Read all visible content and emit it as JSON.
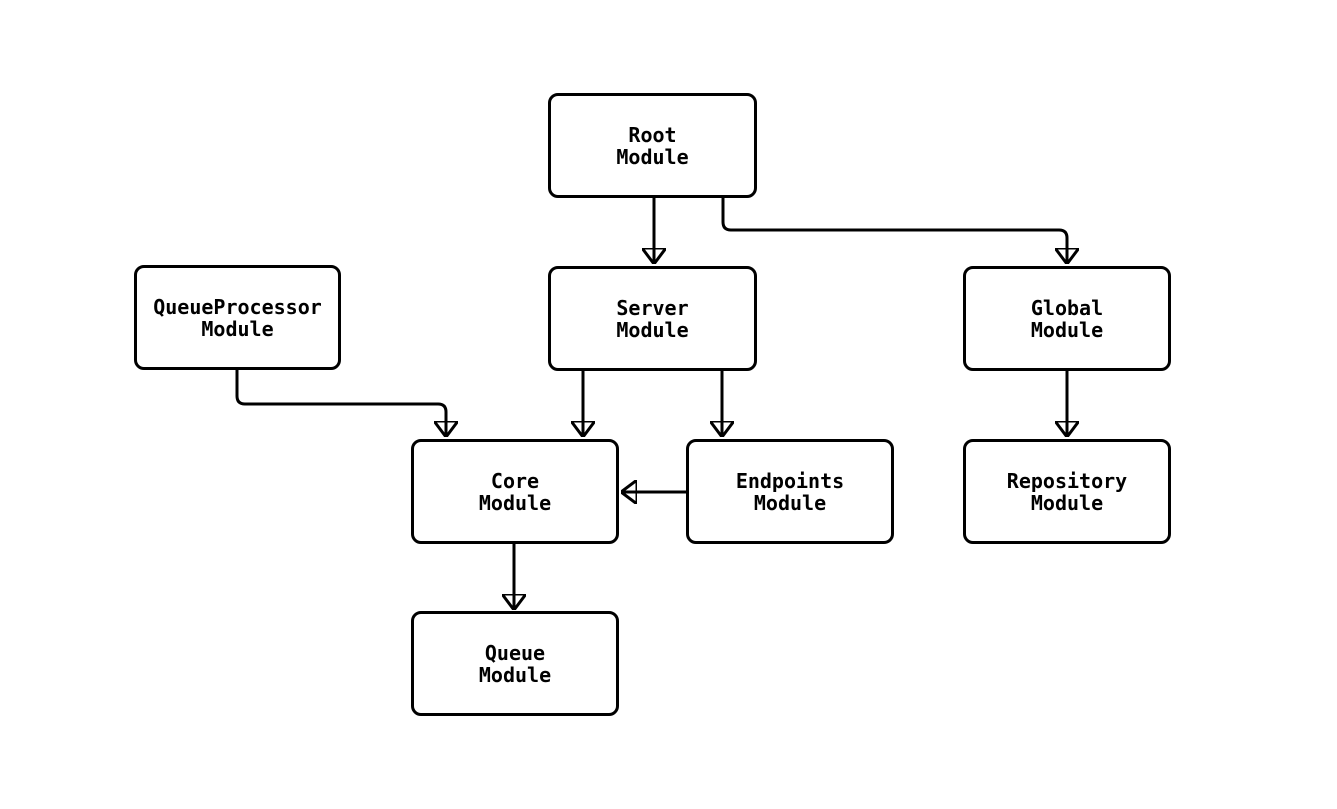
{
  "diagram": {
    "type": "module-dependency-flowchart",
    "background_color": "#ffffff",
    "line_color": "#000000",
    "text_color": "#000000",
    "nodes": [
      {
        "id": "root",
        "line1": "Root",
        "line2": "Module"
      },
      {
        "id": "queueprocessor",
        "line1": "QueueProcessor",
        "line2": "Module"
      },
      {
        "id": "server",
        "line1": "Server",
        "line2": "Module"
      },
      {
        "id": "global",
        "line1": "Global",
        "line2": "Module"
      },
      {
        "id": "core",
        "line1": "Core",
        "line2": "Module"
      },
      {
        "id": "endpoints",
        "line1": "Endpoints",
        "line2": "Module"
      },
      {
        "id": "repository",
        "line1": "Repository",
        "line2": "Module"
      },
      {
        "id": "queue",
        "line1": "Queue",
        "line2": "Module"
      }
    ],
    "edges": [
      {
        "from": "Root Module",
        "to": "Server Module"
      },
      {
        "from": "Root Module",
        "to": "Global Module"
      },
      {
        "from": "QueueProcessor Module",
        "to": "Core Module"
      },
      {
        "from": "Server Module",
        "to": "Core Module"
      },
      {
        "from": "Server Module",
        "to": "Endpoints Module"
      },
      {
        "from": "Endpoints Module",
        "to": "Core Module"
      },
      {
        "from": "Global Module",
        "to": "Repository Module"
      },
      {
        "from": "Core Module",
        "to": "Queue Module"
      }
    ]
  }
}
